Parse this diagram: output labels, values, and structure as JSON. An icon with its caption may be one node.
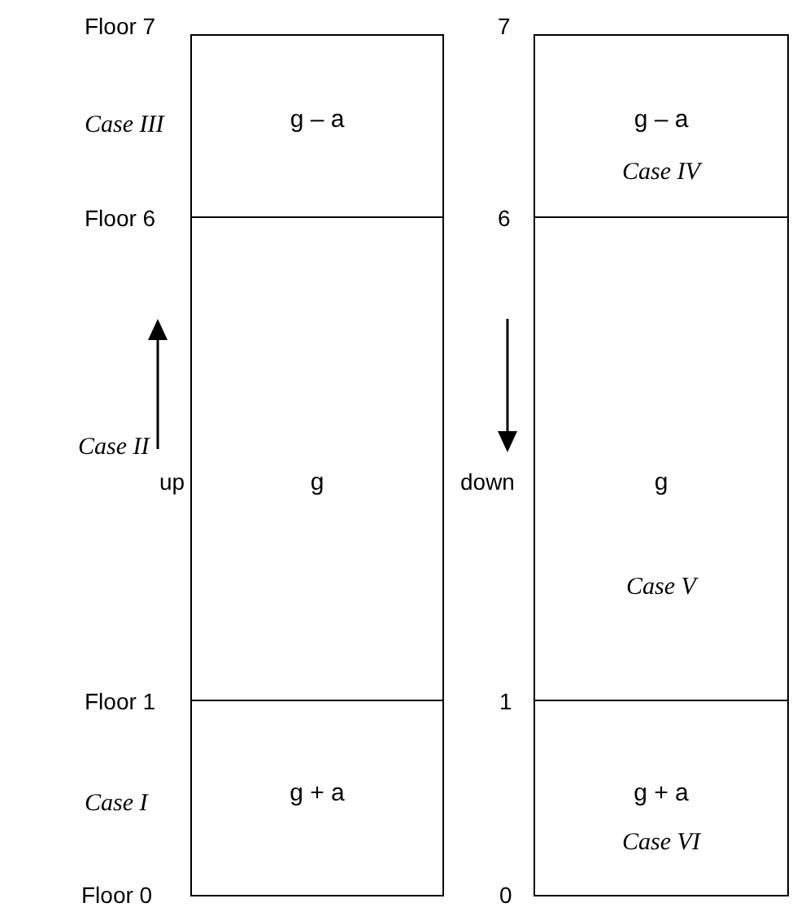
{
  "diagram": {
    "nodes": [
      {
        "text": [
          "g – a"
        ]
      },
      {
        "text": [
          "g – a",
          "Case IV"
        ]
      },
      {
        "text": [
          "g"
        ]
      },
      {
        "text": [
          "g",
          "Case V"
        ]
      },
      {
        "text": [
          "g + a"
        ]
      },
      {
        "text": [
          "g + a",
          "Case VI"
        ]
      }
    ],
    "labels": [
      "Floor 7",
      "7",
      "Case III",
      "Floor 6",
      "6",
      "Case II",
      "up",
      "down",
      "Floor 1",
      "1",
      "Case I",
      "Floor 0",
      "0"
    ]
  }
}
